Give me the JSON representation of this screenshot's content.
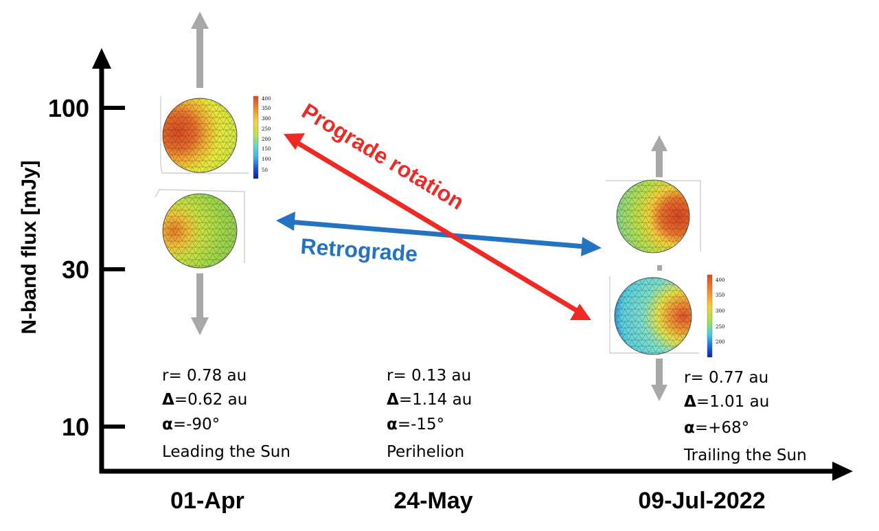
{
  "axes": {
    "y_title": "N-band flux [mJy]",
    "y_ticks": [
      "100",
      "30",
      "10"
    ],
    "x_ticks": [
      "01-Apr",
      "24-May",
      "09-Jul-2022"
    ]
  },
  "rotation": {
    "prograde_label": "Prograde rotation",
    "retrograde_label": "Retrograde",
    "prograde_color": "#ee2a24",
    "retrograde_color": "#2373c2"
  },
  "epochs": [
    {
      "r": "r= 0.78 au",
      "delta_sym": "Δ",
      "delta_val": "=0.62 au",
      "alpha_sym": "α",
      "alpha_val": "=-90°",
      "note": "Leading the Sun"
    },
    {
      "r": "r= 0.13 au",
      "delta_sym": "Δ",
      "delta_val": "=1.14 au",
      "alpha_sym": "α",
      "alpha_val": "=-15°",
      "note": "Perihelion"
    },
    {
      "r": "r= 0.77 au",
      "delta_sym": "Δ",
      "delta_val": "=1.01 au",
      "alpha_sym": "α",
      "alpha_val": "=+68°",
      "note": "Trailing the Sun"
    }
  ],
  "colorbars": {
    "left": [
      "400",
      "350",
      "300",
      "250",
      "200",
      "150",
      "100",
      "50"
    ],
    "right": [
      "400",
      "350",
      "300",
      "250",
      "200"
    ]
  },
  "globes": [
    {
      "name": "globe-apr-prograde",
      "hot_side": "left"
    },
    {
      "name": "globe-apr-retrograde",
      "hot_side": "left-mild"
    },
    {
      "name": "globe-jul-retrograde",
      "hot_side": "right"
    },
    {
      "name": "globe-jul-prograde",
      "hot_side": "right-cool"
    }
  ]
}
